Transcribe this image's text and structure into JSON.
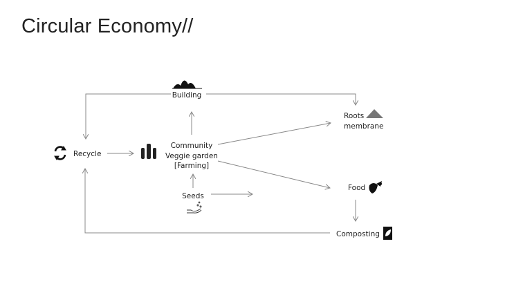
{
  "title": "Circular Economy//",
  "nodes": {
    "building": "Building",
    "recycle": "Recycle",
    "garden_line1": "Community",
    "garden_line2": "Veggie garden",
    "garden_line3": "[Farming]",
    "seeds": "Seeds",
    "roots_line1": "Roots",
    "roots_line2": "membrane",
    "food": "Food",
    "composting": "Composting"
  },
  "edges": [
    {
      "from": "Recycle",
      "to": "Community Veggie garden"
    },
    {
      "from": "Community Veggie garden",
      "to": "Building"
    },
    {
      "from": "Seeds",
      "to": "Community Veggie garden"
    },
    {
      "from": "Seeds",
      "to": "(right)"
    },
    {
      "from": "Building",
      "to": "Recycle"
    },
    {
      "from": "Building",
      "to": "Roots membrane"
    },
    {
      "from": "Community Veggie garden",
      "to": "Roots membrane"
    },
    {
      "from": "Community Veggie garden",
      "to": "Food"
    },
    {
      "from": "Food",
      "to": "Composting"
    },
    {
      "from": "Composting",
      "to": "Recycle"
    }
  ]
}
